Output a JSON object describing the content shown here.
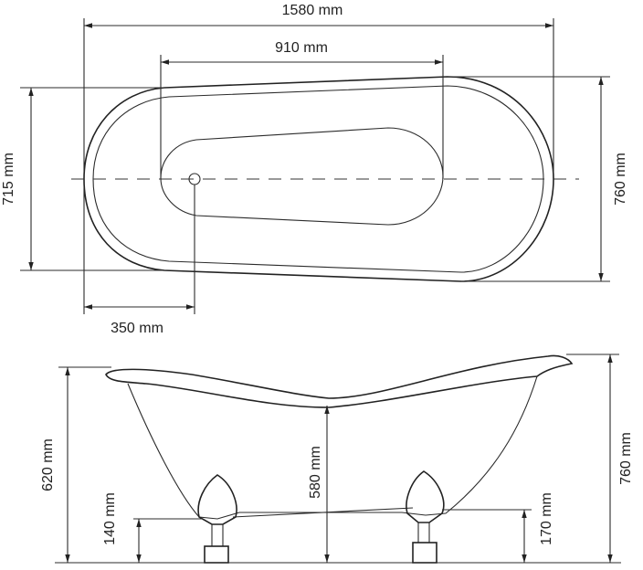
{
  "top_view": {
    "length_label": "1580 mm",
    "inner_length_label": "910 mm",
    "left_width_label": "715 mm",
    "right_width_label": "760 mm",
    "drain_offset_label": "350 mm"
  },
  "side_view": {
    "left_height_label": "620 mm",
    "left_leg_label": "140 mm",
    "center_depth_label": "580 mm",
    "right_leg_label": "170 mm",
    "right_height_label": "760 mm"
  }
}
